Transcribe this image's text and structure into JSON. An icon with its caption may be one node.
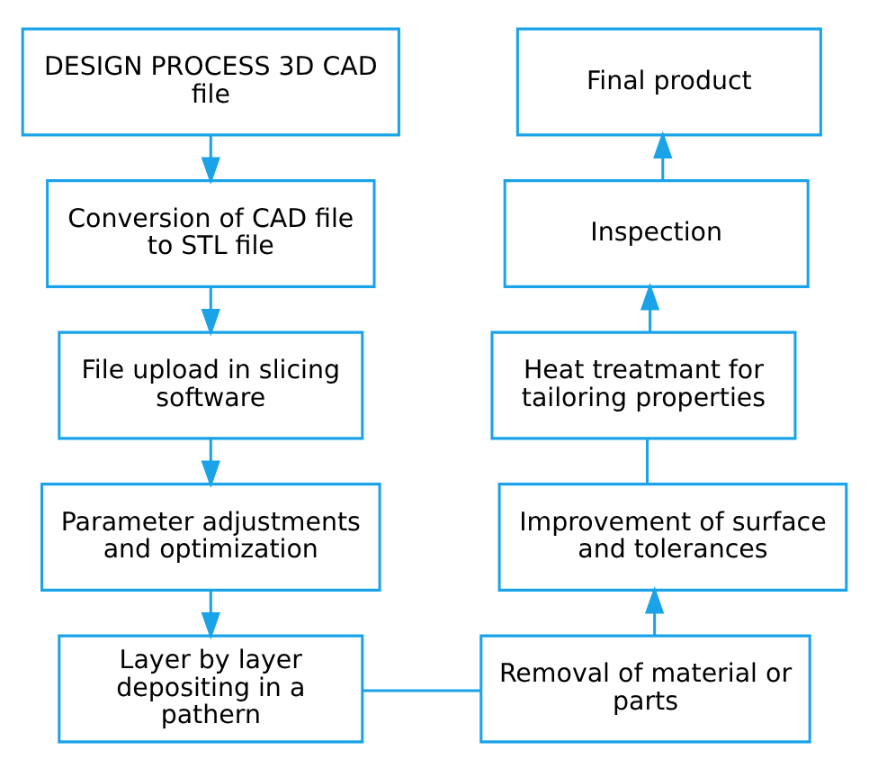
{
  "diagram": {
    "nodes": [
      {
        "text": [
          "DESIGN PROCESS 3D CAD file"
        ]
      },
      {
        "text": [
          "Conversion of CAD file to STL file"
        ]
      },
      {
        "text": [
          "File upload in slicing software"
        ]
      },
      {
        "text": [
          "Parameter adjustments and optimization"
        ]
      },
      {
        "text": [
          "Layer by layer depositing in a pathern"
        ]
      },
      {
        "text": [
          "Final product"
        ]
      },
      {
        "text": [
          "Inspection"
        ]
      },
      {
        "text": [
          "Heat treatmant for tailoring properties"
        ]
      },
      {
        "text": [
          "Improvement of surface and tolerances"
        ]
      },
      {
        "text": [
          "Removal of material or parts"
        ]
      }
    ],
    "edges": [
      {
        "from": 0,
        "to": 1,
        "arrow": "to"
      },
      {
        "from": 1,
        "to": 2,
        "arrow": "to"
      },
      {
        "from": 2,
        "to": 3,
        "arrow": "to"
      },
      {
        "from": 3,
        "to": 4,
        "arrow": "to"
      },
      {
        "from": 4,
        "to": 9,
        "arrow": "none"
      },
      {
        "from": 9,
        "to": 8,
        "arrow": "to"
      },
      {
        "from": 8,
        "to": 7,
        "arrow": "none"
      },
      {
        "from": 7,
        "to": 6,
        "arrow": "to"
      },
      {
        "from": 6,
        "to": 5,
        "arrow": "to"
      }
    ]
  }
}
